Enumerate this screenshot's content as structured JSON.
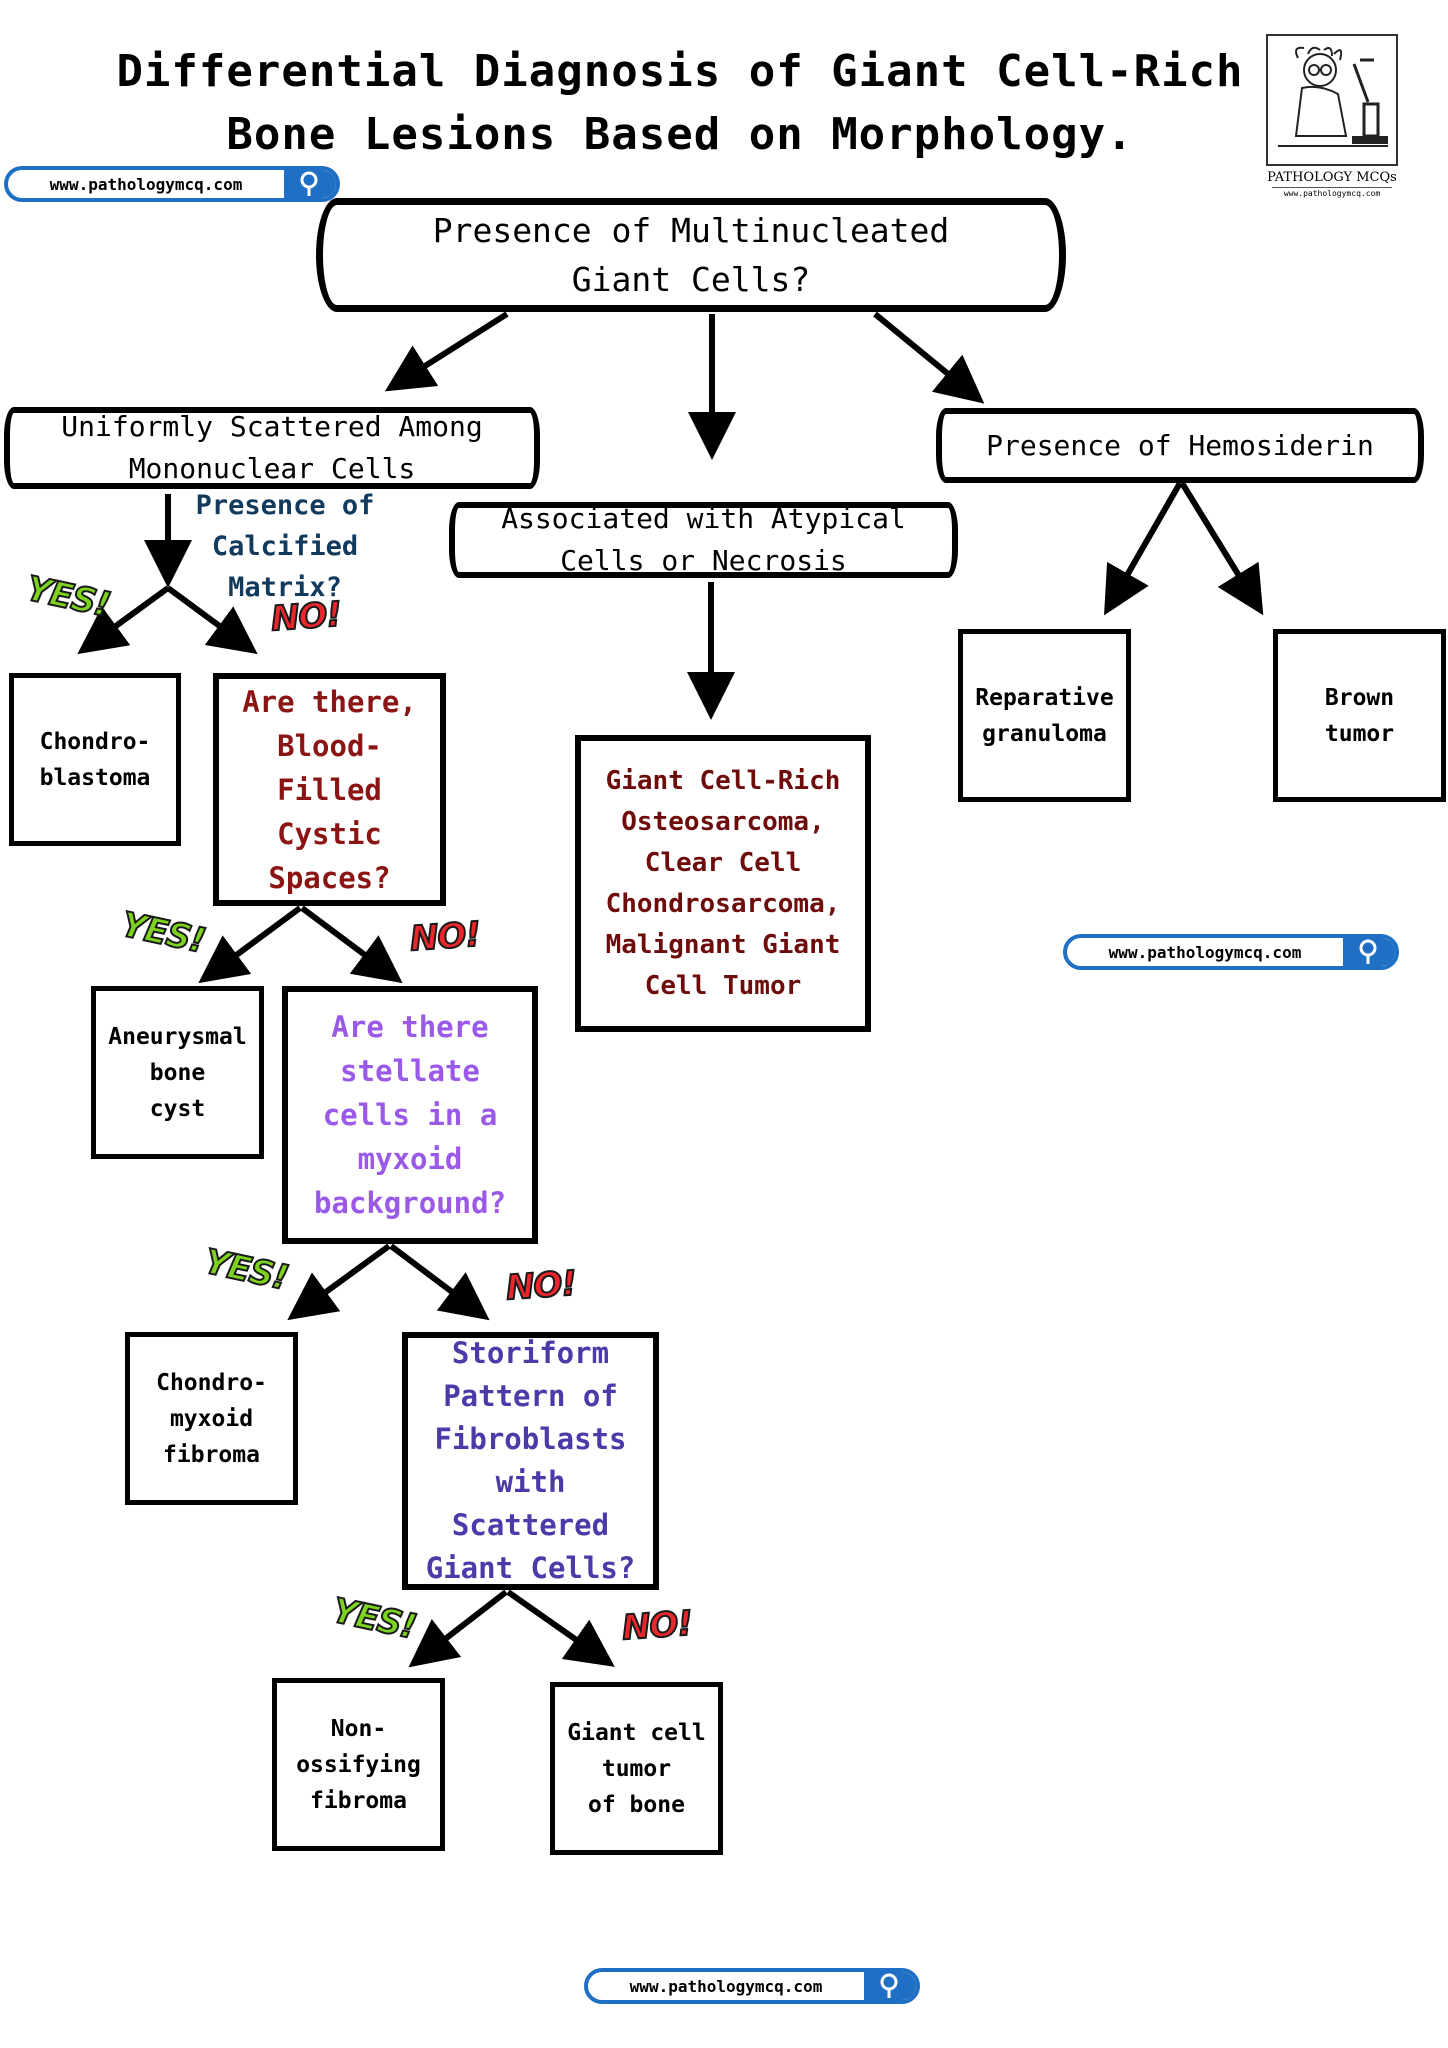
{
  "title": {
    "line1": "Differential Diagnosis of Giant Cell-Rich",
    "line2": "Bone Lesions Based on Morphology."
  },
  "logo": {
    "icon": "scientist-microscope-icon",
    "name": "PATHOLOGY MCQs",
    "url": "www.pathologymcq.com"
  },
  "url_badges": [
    "www.pathologymcq.com",
    "www.pathologymcq.com",
    "www.pathologymcq.com"
  ],
  "colors": {
    "red_question": "#8b1515",
    "purple_question": "#9b59e8",
    "indigo_question": "#4b3ba8",
    "malignant_text": "#6e0b0b",
    "yes_badge": "#7ed321",
    "no_badge": "#e8262b",
    "url_blue": "#1f6fc4"
  },
  "badges": {
    "yes": "YES!",
    "no": "NO!"
  },
  "nodes": {
    "root": "Presence of Multinucleated\nGiant Cells?",
    "uniform": "Uniformly Scattered Among\nMononuclear Cells",
    "atypical": "Associated with Atypical\nCells or Necrosis",
    "hemosiderin": "Presence of Hemosiderin",
    "calcified_q": "Presence of\nCalcified\nMatrix?",
    "chondroblastoma": "Chondro-\nblastoma",
    "blood_q": "Are there,\nBlood-\nFilled\nCystic\nSpaces?",
    "abc": "Aneurysmal\nbone\ncyst",
    "stellate_q": "Are there\nstellate\ncells in a\nmyxoid\nbackground?",
    "cmf": "Chondro-\nmyxoid\nfibroma",
    "storiform_q": "Storiform\nPattern of\nFibroblasts\nwith\nScattered\nGiant Cells?",
    "nof": "Non-\nossifying\nfibroma",
    "gctb": "Giant cell\ntumor\nof bone",
    "malignant": "Giant Cell-Rich\nOsteosarcoma,\nClear Cell\nChondrosarcoma,\nMalignant Giant\nCell Tumor",
    "reparative": "Reparative\ngranuloma",
    "brown": "Brown\ntumor"
  }
}
